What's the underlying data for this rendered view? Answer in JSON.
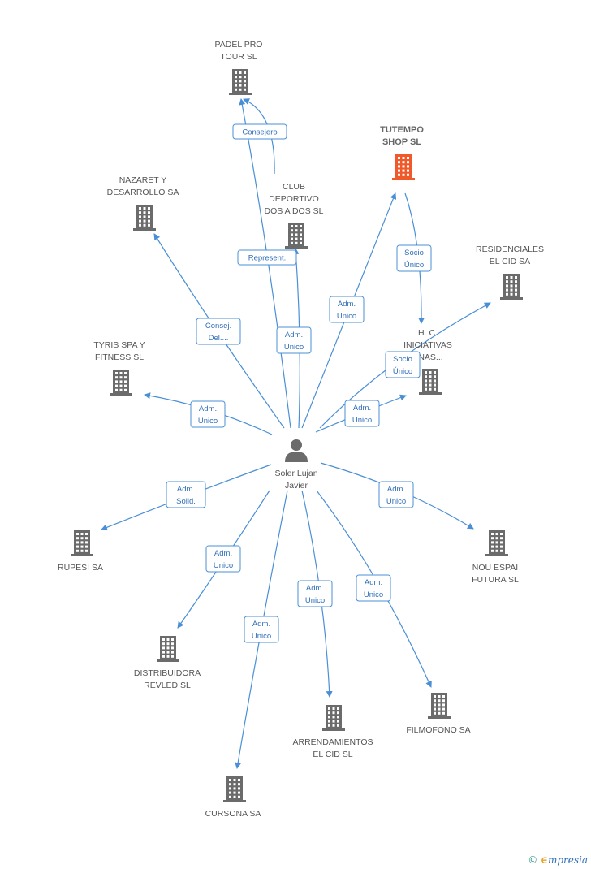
{
  "colors": {
    "edge": "#4a8fd6",
    "building": "#6b6b6b",
    "building_highlight": "#f05a2a",
    "person": "#6b6b6b"
  },
  "center": {
    "name_line1": "Soler Lujan",
    "name_line2": "Javier",
    "icon": "person-icon"
  },
  "nodes": [
    {
      "id": "padel",
      "lines": [
        "PADEL PRO",
        "TOUR SL"
      ],
      "highlight": false
    },
    {
      "id": "tutempo",
      "lines": [
        "TUTEMPO",
        "SHOP SL"
      ],
      "highlight": true
    },
    {
      "id": "nazaret",
      "lines": [
        "NAZARET Y",
        "DESARROLLO SA"
      ],
      "highlight": false
    },
    {
      "id": "club",
      "lines": [
        "CLUB",
        "DEPORTIVO",
        "DOS A DOS SL"
      ],
      "highlight": false
    },
    {
      "id": "residenciales",
      "lines": [
        "RESIDENCIALES",
        "EL CID SA"
      ],
      "highlight": false
    },
    {
      "id": "hc",
      "lines": [
        "H. C.",
        "INICIATIVAS",
        "ANAS..."
      ],
      "highlight": false
    },
    {
      "id": "tyris",
      "lines": [
        "TYRIS SPA Y",
        "FITNESS SL"
      ],
      "highlight": false
    },
    {
      "id": "rupesi",
      "lines": [
        "RUPESI SA"
      ],
      "highlight": false
    },
    {
      "id": "nou",
      "lines": [
        "NOU ESPAI",
        "FUTURA SL"
      ],
      "highlight": false
    },
    {
      "id": "distribuidora",
      "lines": [
        "DISTRIBUIDORA",
        "REVLED SL"
      ],
      "highlight": false
    },
    {
      "id": "arrendamientos",
      "lines": [
        "ARRENDAMIENTOS",
        "EL CID SL"
      ],
      "highlight": false
    },
    {
      "id": "filmofono",
      "lines": [
        "FILMOFONO SA"
      ],
      "highlight": false
    },
    {
      "id": "cursona",
      "lines": [
        "CURSONA SA"
      ],
      "highlight": false
    }
  ],
  "edges": [
    {
      "from": "center",
      "to": "padel",
      "lines": [
        "Represent."
      ]
    },
    {
      "from": "club",
      "to": "padel",
      "lines": [
        "Consejero"
      ]
    },
    {
      "from": "center",
      "to": "club",
      "lines": [
        "Adm.",
        "Unico"
      ]
    },
    {
      "from": "center",
      "to": "tutempo",
      "lines": [
        "Adm.",
        "Unico"
      ]
    },
    {
      "from": "tutempo",
      "to": "hc",
      "lines": [
        "Socio",
        "Único"
      ]
    },
    {
      "from": "center",
      "to": "nazaret",
      "lines": [
        "Consej.",
        "Del...."
      ]
    },
    {
      "from": "center",
      "to": "residenciales",
      "lines": [
        "Socio",
        "Único"
      ]
    },
    {
      "from": "center",
      "to": "hc",
      "lines": [
        "Adm.",
        "Unico"
      ]
    },
    {
      "from": "center",
      "to": "tyris",
      "lines": [
        "Adm.",
        "Unico"
      ]
    },
    {
      "from": "center",
      "to": "rupesi",
      "lines": [
        "Adm.",
        "Solid."
      ]
    },
    {
      "from": "center",
      "to": "nou",
      "lines": [
        "Adm.",
        "Unico"
      ]
    },
    {
      "from": "center",
      "to": "distribuidora",
      "lines": [
        "Adm.",
        "Unico"
      ]
    },
    {
      "from": "center",
      "to": "arrendamientos",
      "lines": [
        "Adm.",
        "Unico"
      ]
    },
    {
      "from": "center",
      "to": "filmofono",
      "lines": [
        "Adm.",
        "Unico"
      ]
    },
    {
      "from": "center",
      "to": "cursona",
      "lines": [
        "Adm.",
        "Unico"
      ]
    }
  ],
  "footer": {
    "copyright": "©",
    "brand_initial": "∈",
    "brand_rest": "mpresia"
  }
}
